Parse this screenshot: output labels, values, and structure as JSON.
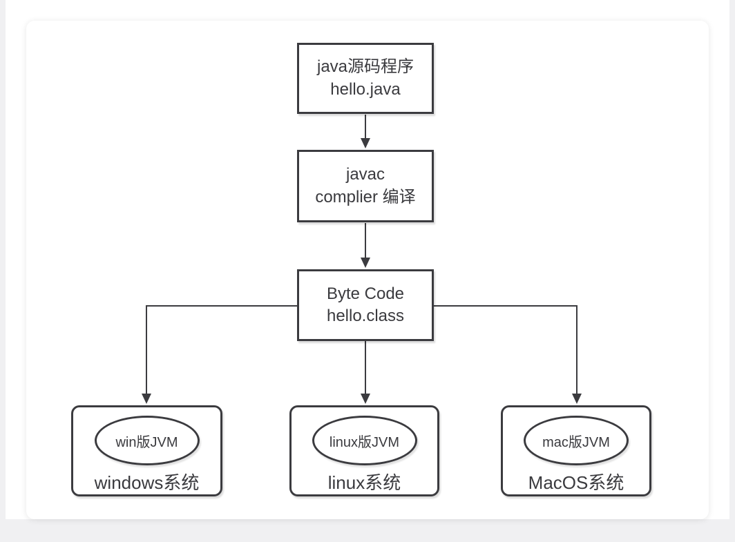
{
  "nodes": {
    "source": {
      "line1": "java源码程序",
      "line2": "hello.java"
    },
    "compiler": {
      "line1": "javac",
      "line2": "complier 编译"
    },
    "bytecode": {
      "line1": "Byte Code",
      "line2": "hello.class"
    },
    "windows": {
      "jvm": "win版JVM",
      "os": "windows系统"
    },
    "linux": {
      "jvm": "linux版JVM",
      "os": "linux系统"
    },
    "macos": {
      "jvm": "mac版JVM",
      "os": "MacOS系统"
    }
  },
  "colors": {
    "stroke": "#3b3b3f",
    "text": "#3a3a3e",
    "canvas": "#ffffff",
    "page": "#f0f0f2"
  }
}
